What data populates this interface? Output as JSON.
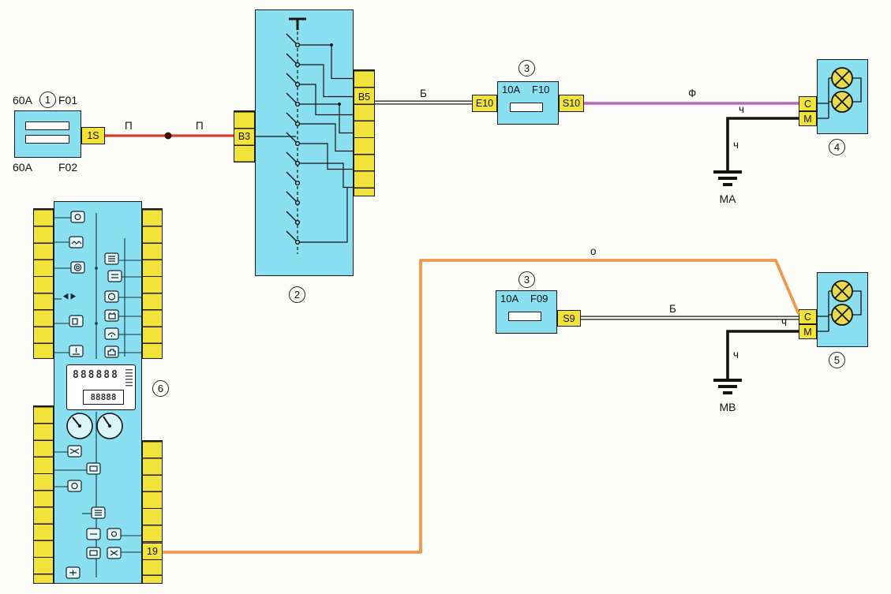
{
  "labels": {
    "pink_wire": "П",
    "white_wire": "Б",
    "violet_wire": "Ф",
    "black_wire": "ч",
    "orange_wire": "о"
  },
  "component1": {
    "number": "1",
    "fuse1_rating": "60A",
    "fuse1_name": "F01",
    "fuse2_rating": "60A",
    "fuse2_name": "F02",
    "pin": "1S"
  },
  "component2": {
    "number": "2",
    "pin_left": "B3",
    "pin_right": "B5"
  },
  "fuse_f10": {
    "number": "3",
    "rating": "10A",
    "name": "F10",
    "pin_in": "E10",
    "pin_out": "S10"
  },
  "lamp4": {
    "number": "4",
    "pin_c": "C",
    "pin_m": "M"
  },
  "ground_ma": {
    "label": "MA"
  },
  "fuse_f09": {
    "number": "3",
    "rating": "10A",
    "name": "F09",
    "pin_out": "S9"
  },
  "lamp5": {
    "number": "5",
    "pin_c": "C",
    "pin_m": "M"
  },
  "ground_mb": {
    "label": "MB"
  },
  "cluster": {
    "number": "6",
    "pin_out": "19",
    "odometer": "888888",
    "trip": "88888"
  },
  "colors": {
    "component_fill": "#8adff0",
    "connector_fill": "#f2e33a",
    "pink_wire": "#d63c2e",
    "violet_wire": "#bf63c1",
    "orange_wire": "#ee9a4e",
    "black_wire": "#141414",
    "white_wire": "#ffffff"
  }
}
